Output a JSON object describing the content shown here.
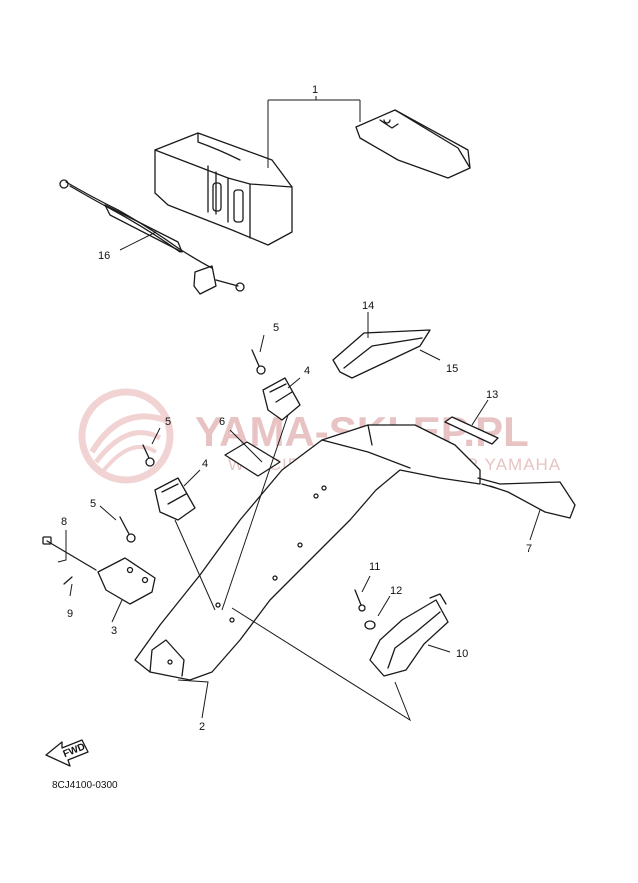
{
  "diagram": {
    "callouts": [
      {
        "id": "c1",
        "text": "1"
      },
      {
        "id": "c2",
        "text": "2"
      },
      {
        "id": "c3",
        "text": "3"
      },
      {
        "id": "c4a",
        "text": "4"
      },
      {
        "id": "c4b",
        "text": "4"
      },
      {
        "id": "c5a",
        "text": "5"
      },
      {
        "id": "c5b",
        "text": "5"
      },
      {
        "id": "c5c",
        "text": "5"
      },
      {
        "id": "c6",
        "text": "6"
      },
      {
        "id": "c7",
        "text": "7"
      },
      {
        "id": "c8",
        "text": "8"
      },
      {
        "id": "c9",
        "text": "9"
      },
      {
        "id": "c10",
        "text": "10"
      },
      {
        "id": "c11",
        "text": "11"
      },
      {
        "id": "c12",
        "text": "12"
      },
      {
        "id": "c13",
        "text": "13"
      },
      {
        "id": "c14",
        "text": "14"
      },
      {
        "id": "c15",
        "text": "15"
      },
      {
        "id": "c16",
        "text": "16"
      }
    ],
    "diagram_code": "8CJ4100-0300",
    "fwd_label": "FWD"
  },
  "watermark": {
    "brand": "YAMA-SKLEP.PL",
    "tagline": "WOJCIECHOWICZ | DEALER YAMAHA",
    "color": "#e8c3c3"
  },
  "colors": {
    "line": "#1a1a1a",
    "background": "#ffffff"
  }
}
